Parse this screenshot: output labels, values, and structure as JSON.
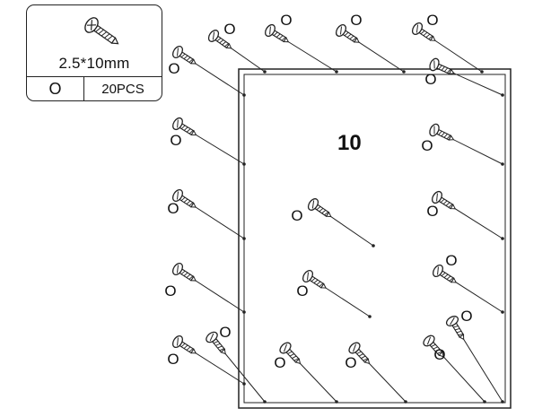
{
  "legend": {
    "screw_icon": "screw-icon",
    "size_label": "2.5*10mm",
    "part_label": "O",
    "quantity_label": "20PCS"
  },
  "step": {
    "number": "10"
  },
  "screw_callout_label": "O",
  "colors": {
    "line": "#222222",
    "background": "#ffffff"
  }
}
